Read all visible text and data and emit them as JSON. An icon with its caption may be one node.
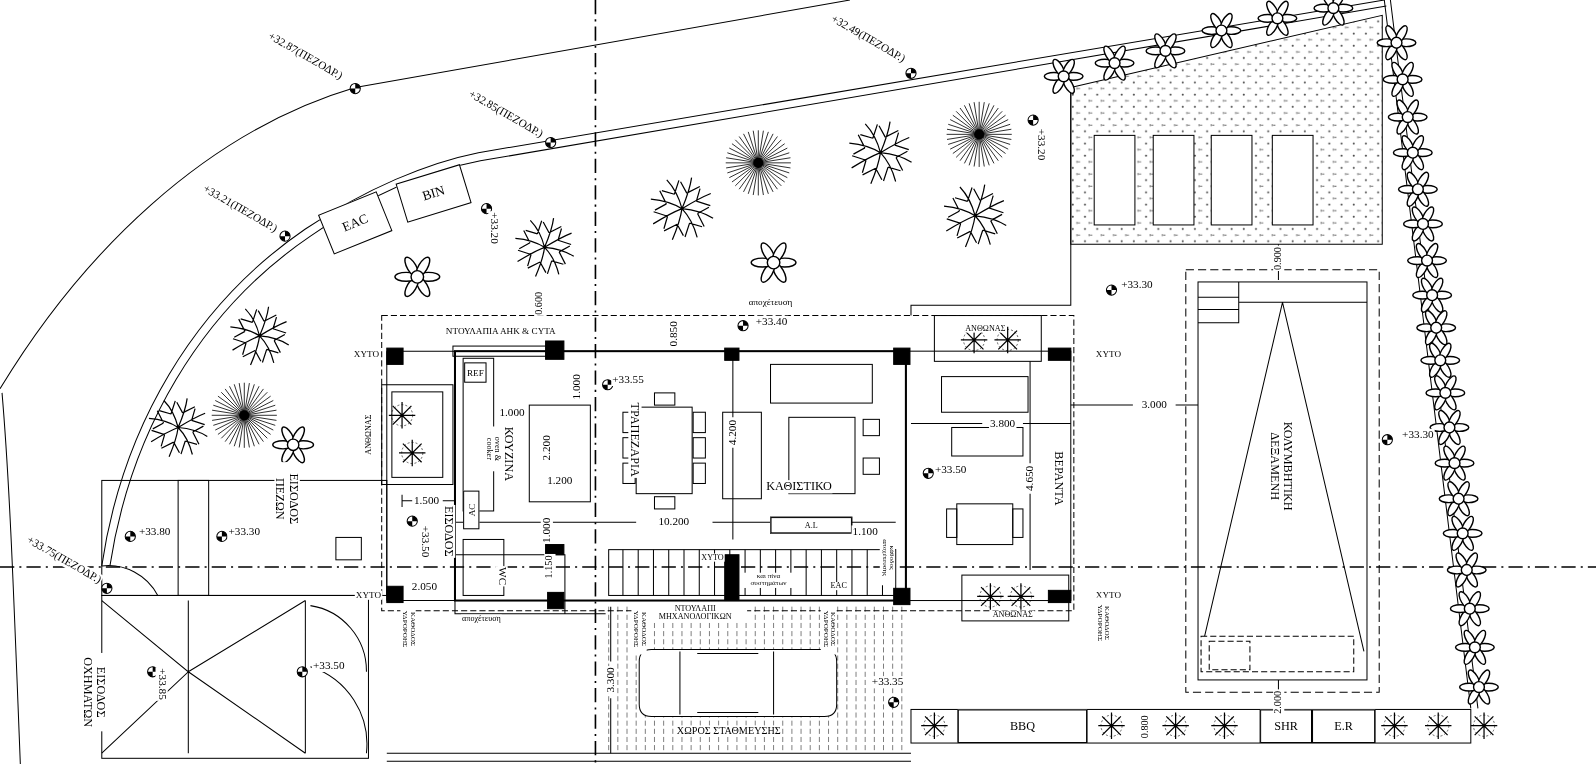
{
  "diagram": {
    "nodes": [
      {
        "text": [
          "EAC"
        ]
      },
      {
        "text": [
          "BIN"
        ]
      },
      {
        "text": [
          "REF"
        ]
      },
      {
        "text": [
          "AC"
        ]
      },
      {
        "text": [
          "A.L"
        ]
      },
      {
        "text": [
          "BBQ"
        ]
      },
      {
        "text": [
          "SHR"
        ]
      },
      {
        "text": [
          "E.R"
        ]
      }
    ],
    "labels": [
      "+32.87(ΠΕΖΟΔΡ.)",
      "+32.49(ΠΕΖΟΔΡ.)",
      "+32.85(ΠΕΖΟΔΡ.)",
      "+33.20",
      "+33.21(ΠΕΖΟΔΡ.)",
      "+33.20",
      "0.600",
      "αποχέτευση",
      "+33.30",
      "0.900",
      "ΝΤΟΥΛΑΠΙΑ ΑΗΚ & CYTA",
      "0.850",
      "+33.40",
      "ΑΝΘΩΝΑΣ",
      "XYTO",
      "XYTO",
      "+33.55",
      "1.000",
      "1.000",
      "ΑΝΘΩΝΑΣ",
      "ΚΟΥΖΙΝΑ",
      "oven & cooker",
      "2.200",
      "1.200",
      "ΤΡΑΠΕΖΑΡΙΑ",
      "4.200",
      "ΚΑΘΙΣΤΙΚΟ",
      "3.800",
      "3.000",
      "ΒΕΡΑΝΤΑ",
      "4.650",
      "+33.50",
      "ΚΟΛΥΜΒΗΤΙΚΗ ΔΕΞΑΜΕΝΗ",
      "+33.30",
      "1.500",
      "ΕΙΣΟΔΟΣ ΠΕΖΩΝ",
      "10.200",
      "ΕΙΣΟΔΟΣ",
      "+33.50",
      "1.000",
      "+33.75(ΠΕΖΟΔΡ.)",
      "+33.80",
      "+33.30",
      "1.100",
      "κάθοδος αποχέτευσης",
      "WC",
      "XYTO",
      "και πίνα συστημάτων",
      "1.150",
      "2.050",
      "EAC",
      "XYTO",
      "XYTO",
      "ΚΑΘΟΔΟΣ ΥΔΡΟΡΟΗΣ",
      "αποχέτευση",
      "ΝΤΟΥΛΑΠΙ ΜΗΧΑΝΟΛΟΓΙΚΩΝ",
      "ΚΑΘΟΔΟΣ ΥΔΡΟΡΟΗΣ",
      "ΚΑΘΟΔΟΣ ΥΔΡΟΡΟΗΣ",
      "ΑΝΘΩΝΑΣ",
      "ΚΑΘΟΔΟΣ ΥΔΡΟΡΟΗΣ",
      "ΕΙΣΟΔΟΣ ΟΧΗΜΑΤΩΝ",
      "+33.85",
      "+33.50",
      "3.300",
      "+33.35",
      "2.000",
      "ΧΩΡΟΣ ΣΤΑΘΜΕΥΣΗΣ",
      "0.800"
    ]
  }
}
